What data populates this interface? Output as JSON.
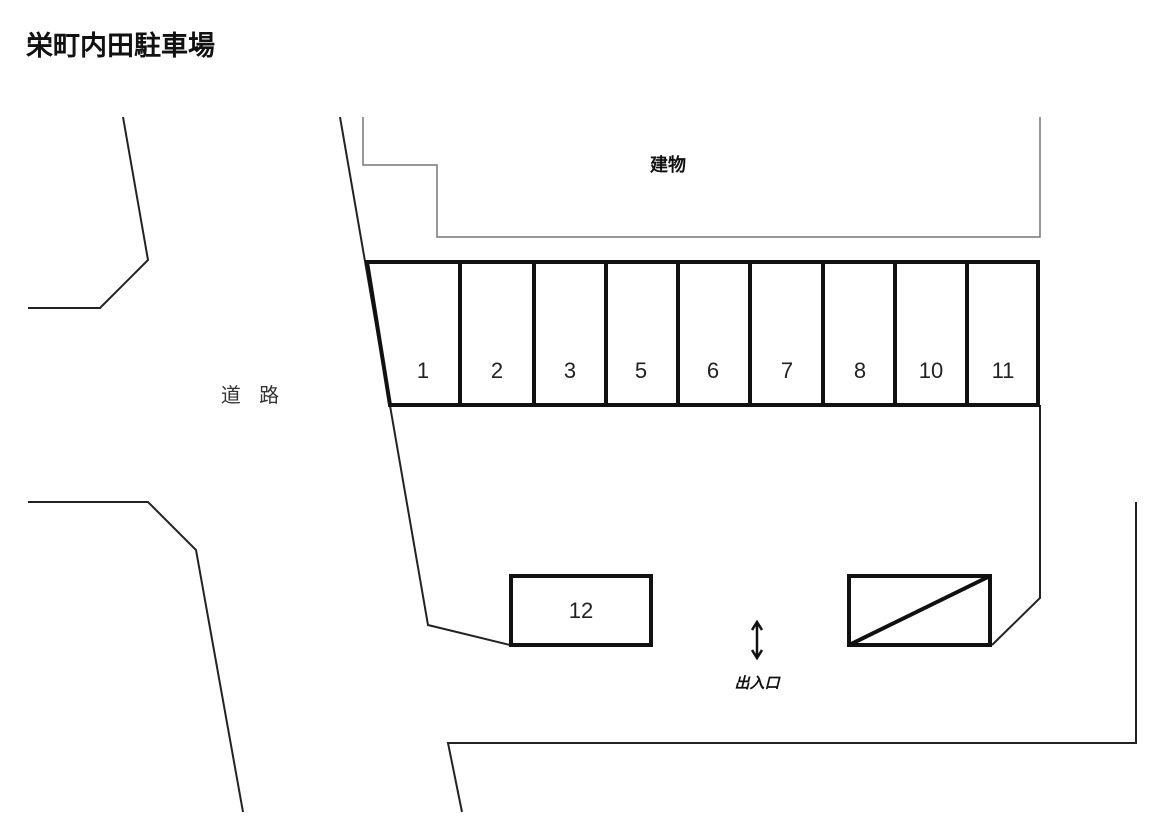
{
  "title": "栄町内田駐車場",
  "labels": {
    "building": "建物",
    "road": "道 路",
    "entrance": "出入口"
  },
  "spaces": [
    "1",
    "2",
    "3",
    "5",
    "6",
    "7",
    "8",
    "10",
    "11"
  ],
  "space_extra": "12"
}
